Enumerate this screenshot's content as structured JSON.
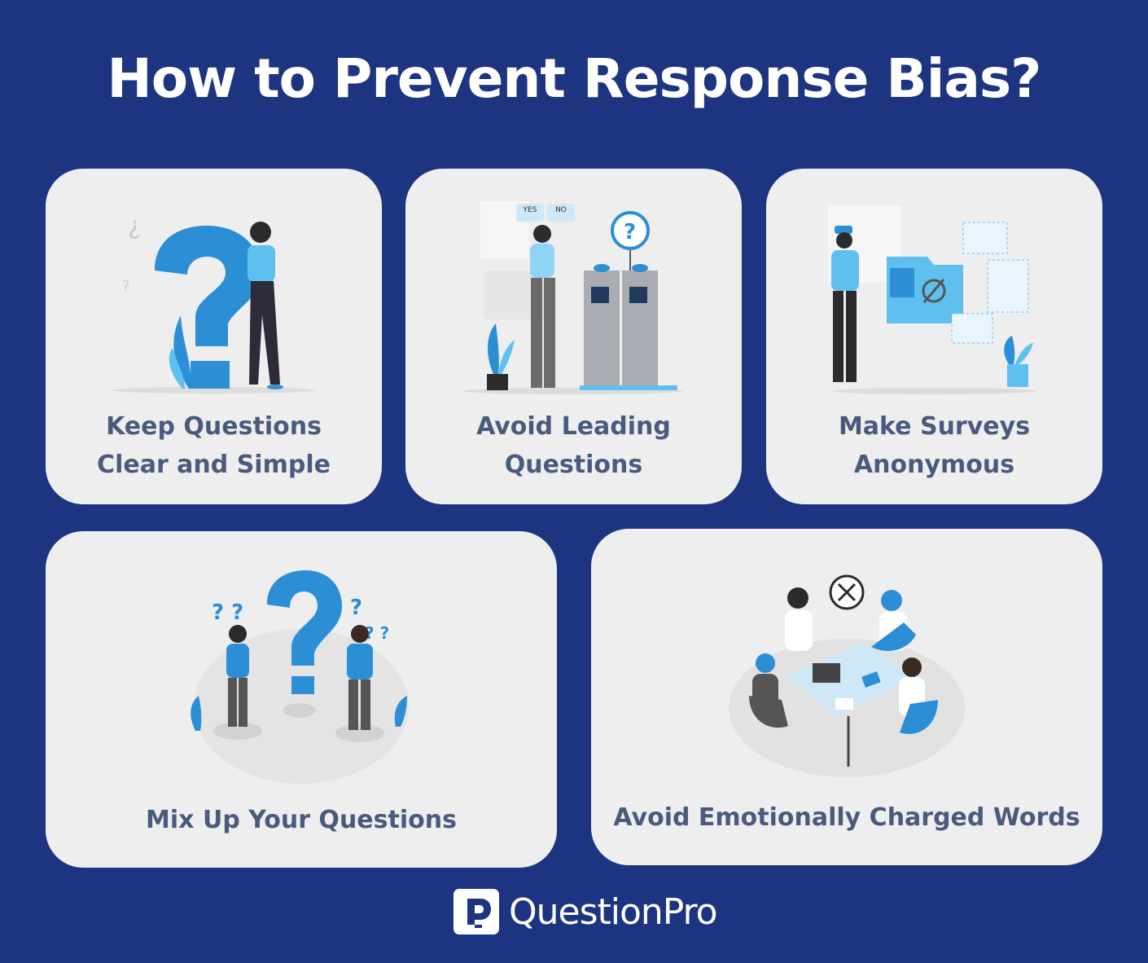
{
  "title": "How to Prevent Response Bias?",
  "colors": {
    "background": "#1d3480",
    "card": "#eeeeef",
    "label_text": "#4a5a7c",
    "accent_blue": "#2c8fd6",
    "light_blue": "#5fc0f0"
  },
  "cards": [
    {
      "label_line1": "Keep Questions",
      "label_line2": "Clear and Simple",
      "illustration": "person-leaning-on-question-mark"
    },
    {
      "label_line1": "Avoid Leading",
      "label_line2": "Questions",
      "illustration": "person-choosing-yes-no-buttons",
      "bubbles": {
        "yes": "YES",
        "no": "NO"
      }
    },
    {
      "label_line1": "Make Surveys",
      "label_line2": "Anonymous",
      "illustration": "person-with-hidden-folder"
    },
    {
      "label": "Mix Up Your Questions",
      "illustration": "two-people-with-question-marks"
    },
    {
      "label": "Avoid Emotionally Charged Words",
      "illustration": "team-meeting-at-table"
    }
  ],
  "brand": {
    "name": "QuestionPro",
    "icon": "questionpro-logo-icon"
  }
}
